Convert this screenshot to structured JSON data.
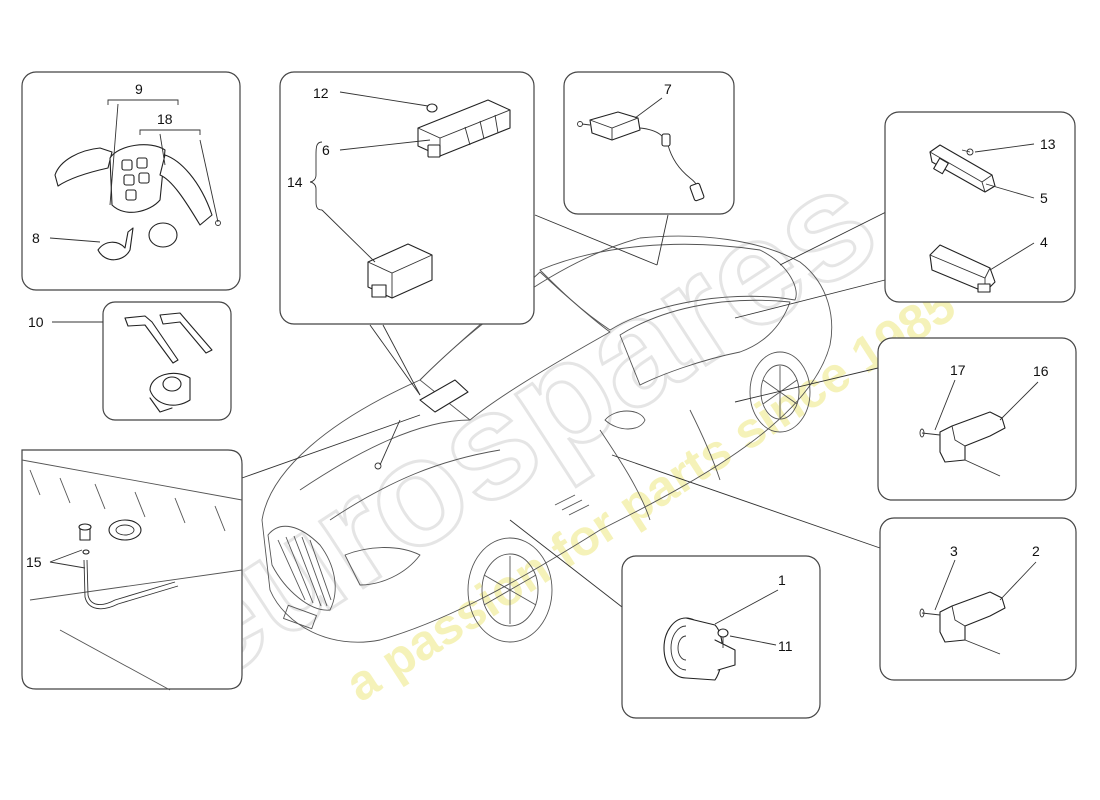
{
  "watermark": {
    "brand": "eurospares",
    "tagline": "a passion for parts since 1985",
    "brand_color": "#d8d8d8",
    "tagline_color": "#f3f0a8"
  },
  "callouts": {
    "c1": "1",
    "c2": "2",
    "c3": "3",
    "c4": "4",
    "c5": "5",
    "c6": "6",
    "c7": "7",
    "c8": "8",
    "c9": "9",
    "c10": "10",
    "c11": "11",
    "c12": "12",
    "c13": "13",
    "c14": "14",
    "c15": "15",
    "c16": "16",
    "c17": "17",
    "c18": "18"
  }
}
